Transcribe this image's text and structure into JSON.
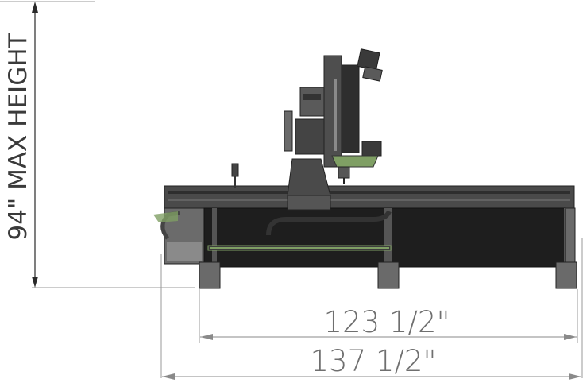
{
  "dimensions": {
    "max_height_label": "94\" MAX HEIGHT",
    "inner_width_label": "123 1/2\"",
    "overall_width_label": "137 1/2\""
  },
  "colors": {
    "machine_dark": "#3c3c3c",
    "machine_mid": "#5a5a5a",
    "machine_light": "#9a9a9a",
    "accent_green": "#7f9f64",
    "dimension_line": "#8a8a8a"
  }
}
